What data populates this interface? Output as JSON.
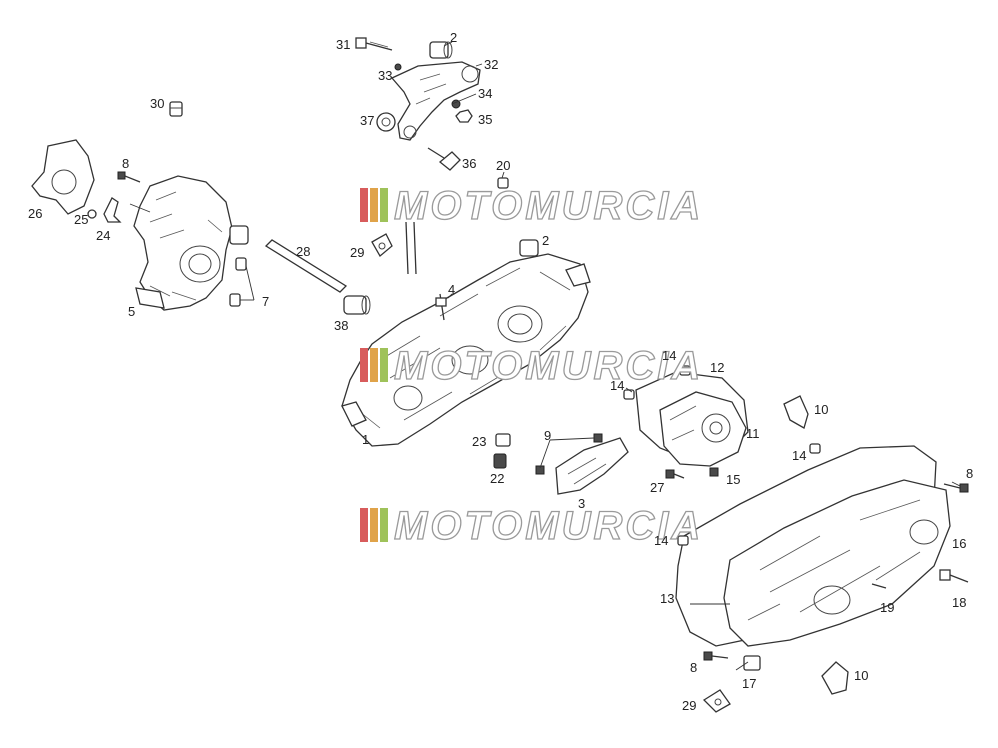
{
  "watermark": {
    "text": "MOTOMURCIA",
    "stripe_colors": [
      "#d85c5c",
      "#e0a34a",
      "#9fc25a"
    ]
  },
  "callouts": [
    {
      "id": "c31",
      "label": "31"
    },
    {
      "id": "c2a",
      "label": "2"
    },
    {
      "id": "c32",
      "label": "32"
    },
    {
      "id": "c33",
      "label": "33"
    },
    {
      "id": "c34",
      "label": "34"
    },
    {
      "id": "c37",
      "label": "37"
    },
    {
      "id": "c35",
      "label": "35"
    },
    {
      "id": "c36",
      "label": "36"
    },
    {
      "id": "c30",
      "label": "30"
    },
    {
      "id": "c8a",
      "label": "8"
    },
    {
      "id": "c26",
      "label": "26"
    },
    {
      "id": "c25",
      "label": "25"
    },
    {
      "id": "c24",
      "label": "24"
    },
    {
      "id": "c5",
      "label": "5"
    },
    {
      "id": "c7",
      "label": "7"
    },
    {
      "id": "c28",
      "label": "28"
    },
    {
      "id": "c38",
      "label": "38"
    },
    {
      "id": "c20",
      "label": "20"
    },
    {
      "id": "c29a",
      "label": "29"
    },
    {
      "id": "c2b",
      "label": "2"
    },
    {
      "id": "c4",
      "label": "4"
    },
    {
      "id": "c1",
      "label": "1"
    },
    {
      "id": "c23",
      "label": "23"
    },
    {
      "id": "c22",
      "label": "22"
    },
    {
      "id": "c9",
      "label": "9"
    },
    {
      "id": "c3",
      "label": "3"
    },
    {
      "id": "c14a",
      "label": "14"
    },
    {
      "id": "c12",
      "label": "12"
    },
    {
      "id": "c14b",
      "label": "14"
    },
    {
      "id": "c10a",
      "label": "10"
    },
    {
      "id": "c11",
      "label": "11"
    },
    {
      "id": "c14c",
      "label": "14"
    },
    {
      "id": "c27",
      "label": "27"
    },
    {
      "id": "c15",
      "label": "15"
    },
    {
      "id": "c8b",
      "label": "8"
    },
    {
      "id": "c14d",
      "label": "14"
    },
    {
      "id": "c16",
      "label": "16"
    },
    {
      "id": "c13",
      "label": "13"
    },
    {
      "id": "c19",
      "label": "19"
    },
    {
      "id": "c18",
      "label": "18"
    },
    {
      "id": "c8c",
      "label": "8"
    },
    {
      "id": "c17",
      "label": "17"
    },
    {
      "id": "c10b",
      "label": "10"
    },
    {
      "id": "c29b",
      "label": "29"
    }
  ]
}
